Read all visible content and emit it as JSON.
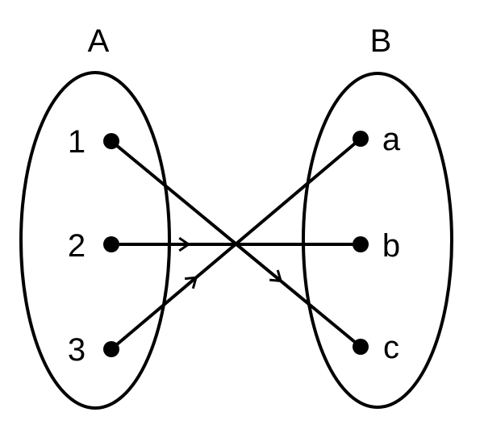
{
  "set_a": {
    "label": "A",
    "elements": [
      "1",
      "2",
      "3"
    ]
  },
  "set_b": {
    "label": "B",
    "elements": [
      "a",
      "b",
      "c"
    ]
  },
  "mappings": [
    {
      "from": "1",
      "to": "c"
    },
    {
      "from": "2",
      "to": "b"
    },
    {
      "from": "3",
      "to": "a"
    }
  ],
  "colors": {
    "stroke": "#000000",
    "background": "#ffffff"
  }
}
